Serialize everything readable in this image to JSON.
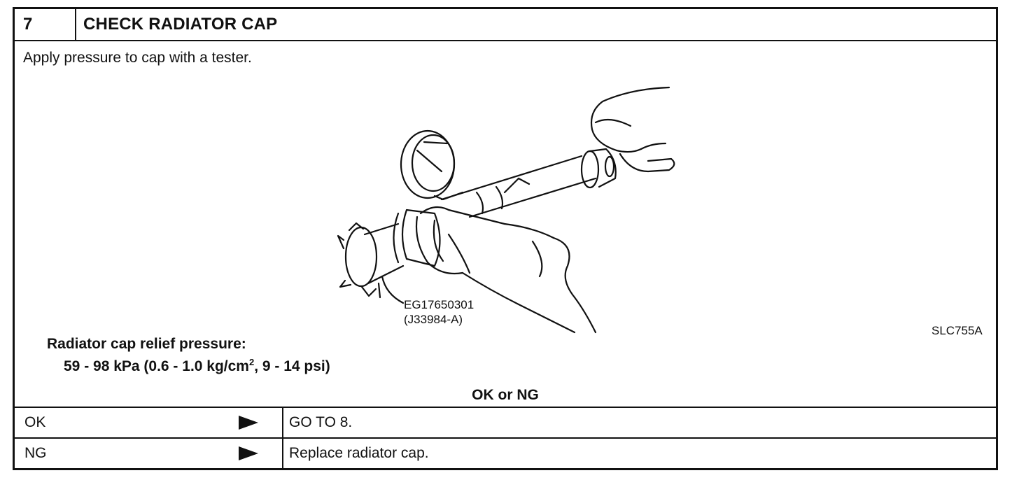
{
  "step": {
    "number": "7",
    "title": "CHECK RADIATOR CAP"
  },
  "instruction": "Apply pressure to cap with a tester.",
  "figure": {
    "part_number": "EG17650301",
    "alt_part_number": "(J33984-A)",
    "code": "SLC755A"
  },
  "spec": {
    "label": "Radiator cap relief pressure:",
    "value_prefix": "59 - 98 kPa (0.6 - 1.0 kg/cm",
    "value_sup": "2",
    "value_suffix": ", 9 - 14 psi)"
  },
  "decision": "OK or NG",
  "outcomes": [
    {
      "result": "OK",
      "action": "GO TO 8."
    },
    {
      "result": "NG",
      "action": "Replace radiator cap."
    }
  ]
}
